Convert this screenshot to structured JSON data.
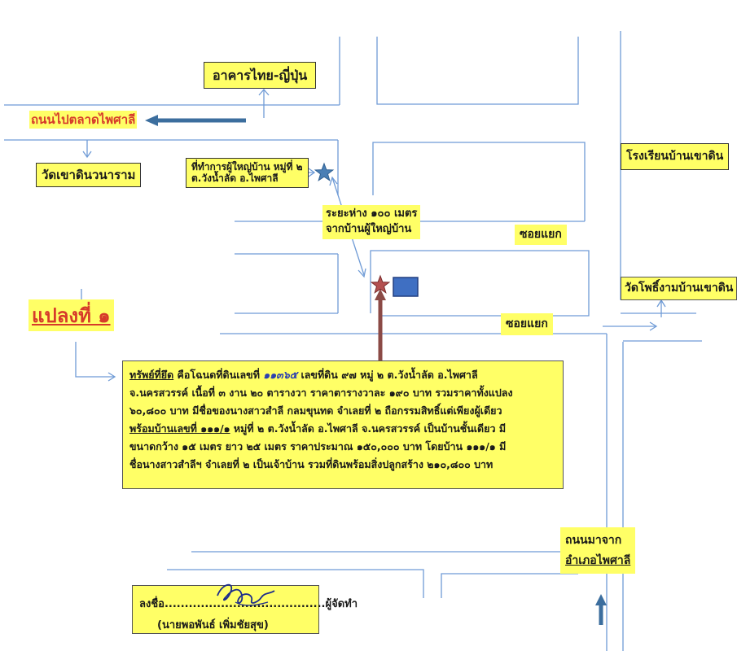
{
  "landmarks": {
    "thai_japan_building": "อาคารไทย-ญี่ปุ่น",
    "road_to_market": "ถนนไปตลาดไพศาลี",
    "wat_khao_din": "วัดเขาดินวนาราม",
    "headman_office_line1": "ที่ทำการผู้ใหญ่บ้าน หมู่ที่ ๒",
    "headman_office_line2": "ต.วังน้ำลัด อ.ไพศาลี",
    "distance_line1": "ระยะห่าง ๑๐๐ เมตร",
    "distance_line2": "จากบ้านผู้ใหญ่บ้าน",
    "alley_upper": "ซอยแยก",
    "alley_lower": "ซอยแยก",
    "school": "โรงเรียนบ้านเขาดิน",
    "wat_pho": "วัดโพธิ์งามบ้านเขาดิน",
    "road_from_line1": "ถนนมาจาก",
    "road_from_line2": "อำเภอไพศาลี"
  },
  "plot": {
    "title": "แปลงที่ ๑"
  },
  "property": {
    "line1_label": "ทรัพย์ที่ยึด",
    "line1_a": " คือโฉนดที่ดินเลขที่ ",
    "line1_handwritten": "๑๑๓๖๕",
    "line1_b": " เลขที่ดิน ๙๗ หมู่ ๒ ต.วังน้ำลัด อ.ไพศาลี",
    "line2": "จ.นครสวรรค์ เนื้อที่ ๓ งาน ๒๐ ตารางวา ราคาตารางวาละ ๑๙๐ บาท รวมราคาทั้งแปลง",
    "line3": "๖๐,๘๐๐ บาท มีชื่อของนางสาวสำลี กลมขุนทด จำเลยที่ ๒ ถือกรรมสิทธิ์แต่เพียงผู้เดียว",
    "line4_underlined": "พร้อมบ้านเลขที่ ๑๑๑/๑",
    "line4_rest": " หมู่ที่ ๒ ต.วังน้ำลัด อ.ไพศาลี จ.นครสวรรค์ เป็นบ้านชั้นเดียว มี",
    "line5": "ขนาดกว้าง ๑๕ เมตร ยาว ๒๕ เมตร ราคาประมาณ ๑๕๐,๐๐๐ บาท โดยบ้าน ๑๑๑/๑ มี",
    "line6": "ชื่อนางสาวสำลีฯ จำเลยที่ ๒ เป็นเจ้าบ้าน รวมที่ดินพร้อมสิ่งปลูกสร้าง ๒๑๐,๘๐๐ บาท"
  },
  "signature": {
    "line1": "ลงชื่อ........................................ผู้จัดทำ",
    "line2": "(นายพอพันธ์ เพิ่มชัยสุข)"
  },
  "colors": {
    "road": "#6f9bd6",
    "highlight": "#ffff66",
    "arrow_dark": "#3c6e9e",
    "house_blue": "#3f6fc2",
    "star_red": "#b45050",
    "star_blue": "#4a7fb5",
    "pointer_brown": "#8b4a46",
    "label_red": "#d63a2a"
  },
  "icons": [
    "star-marker-icon",
    "house-square-icon",
    "arrow-icon"
  ]
}
